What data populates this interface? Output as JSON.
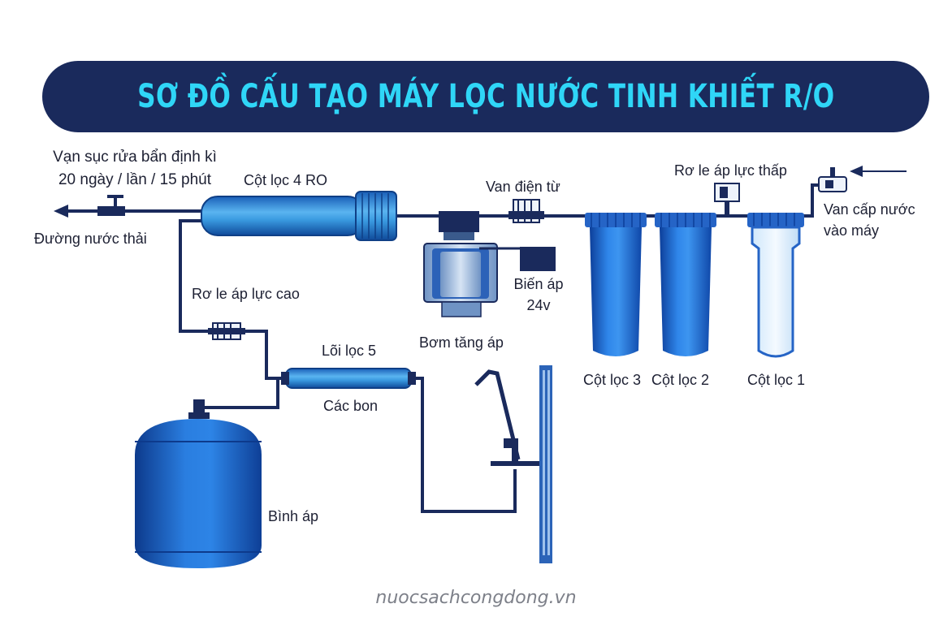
{
  "title": "SƠ ĐỒ CẤU TẠO MÁY LỌC NƯỚC TINH KHIẾT R/O",
  "labels": {
    "flush_valve_line1": "Vạn sục rửa bẩn định kì",
    "flush_valve_line2": "20 ngày / lần / 15 phút",
    "waste_line": "Đường nước thải",
    "ro_filter": "Cột lọc 4 RO",
    "solenoid_valve": "Van điện từ",
    "low_pressure_switch": "Rơ le áp lực thấp",
    "inlet_valve_line1": "Van cấp nước",
    "inlet_valve_line2": "vào máy",
    "high_pressure_switch": "Rơ le áp lực cao",
    "transformer_line1": "Biến áp",
    "transformer_line2": "24v",
    "booster_pump": "Bơm tăng áp",
    "filter_3": "Cột lọc 3",
    "filter_2": "Cột lọc 2",
    "filter_1": "Cột lọc 1",
    "core_5_line1": "Lõi lọc 5",
    "core_5_line2": "Các bon",
    "pressure_tank": "Bình áp"
  },
  "footer": "nuocsachcongdong.vn",
  "colors": {
    "banner": "#1a2a5c",
    "title_text": "#2fd6f7",
    "pipe": "#1a2a5c",
    "filter_blue": "#1e6fd9",
    "ro_housing": "#2b8fd6",
    "tank_blue": "#1c5fc0",
    "text": "#1d2033",
    "footer_text": "#7d8089"
  }
}
